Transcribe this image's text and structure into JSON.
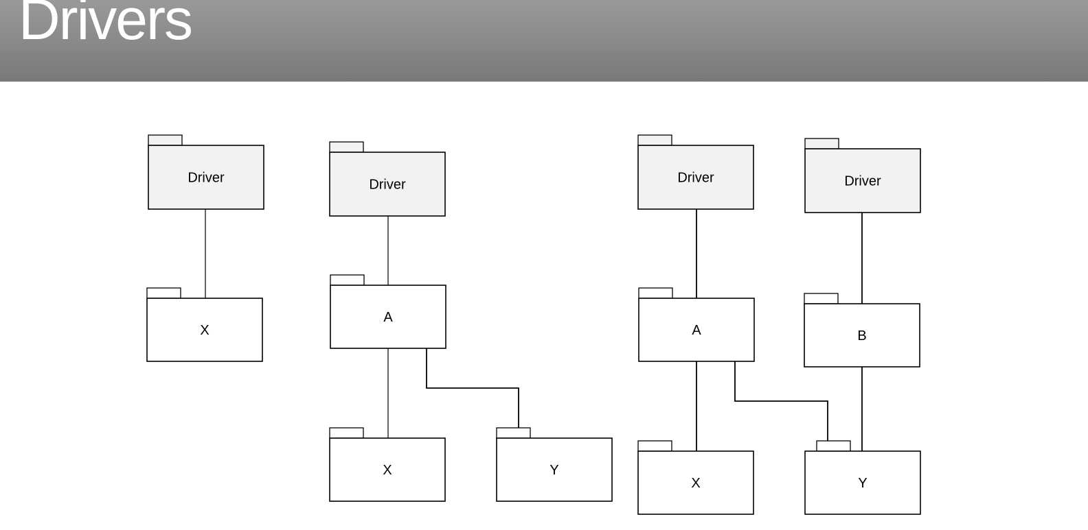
{
  "header": {
    "title": "Drivers"
  },
  "colors": {
    "header_top": "#999999",
    "header_bottom": "#787878",
    "driver_fill": "#f2f2f2",
    "package_fill": "#ffffff",
    "stroke": "#000000"
  },
  "diagram": {
    "packages": [
      {
        "label": "Driver",
        "kind": "driver"
      },
      {
        "label": "X",
        "kind": "package"
      },
      {
        "label": "Driver",
        "kind": "driver"
      },
      {
        "label": "A",
        "kind": "package"
      },
      {
        "label": "X",
        "kind": "package"
      },
      {
        "label": "Y",
        "kind": "package"
      },
      {
        "label": "Driver",
        "kind": "driver"
      },
      {
        "label": "Driver",
        "kind": "driver"
      },
      {
        "label": "A",
        "kind": "package"
      },
      {
        "label": "B",
        "kind": "package"
      },
      {
        "label": "X",
        "kind": "package"
      },
      {
        "label": "Y",
        "kind": "package"
      }
    ],
    "links": [
      {
        "from": 0,
        "to": 1
      },
      {
        "from": 2,
        "to": 3
      },
      {
        "from": 3,
        "to": 4
      },
      {
        "from": 3,
        "to": 5
      },
      {
        "from": 6,
        "to": 8
      },
      {
        "from": 8,
        "to": 10
      },
      {
        "from": 8,
        "to": 11
      },
      {
        "from": 7,
        "to": 9
      },
      {
        "from": 9,
        "to": 11
      }
    ]
  }
}
